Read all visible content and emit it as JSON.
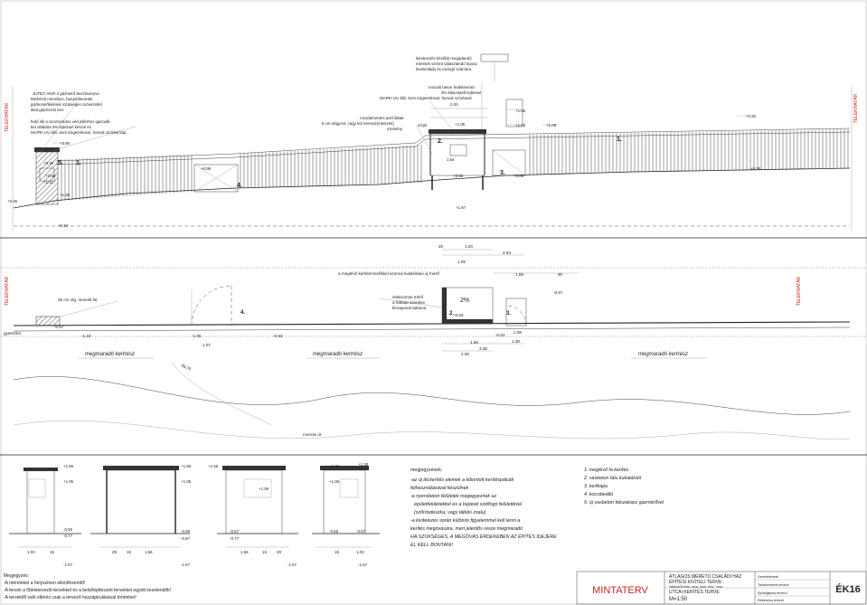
{
  "boundary": {
    "left": "TELEKHATÁR",
    "right": "TELEKHATÁR"
  },
  "top_notes": {
    "post_note": [
      "JUTEC HGR-4 gázmérő beszűvezyve",
      "55/40/18 méretben, beépítőkerettel",
      "gázkezelőkeknek szükséges csövezettel",
      "lásd gépészeti terv"
    ],
    "cap_note": [
      "fedő slk a szomszédos véd pillérhez igazodik,",
      "két oldalára 3% lejtéssel készül és",
      "MAPEI UV álló, kent szigeteléssel, homok szórást kap"
    ],
    "mailbox_note": [
      "kiirelesztés később megadandó",
      "méretek szerint választandó típusú",
      "levelesláda és csengő számára"
    ],
    "concrete_cap": [
      "monolit beton fedélelemez",
      "3% kiküzépelt lejtéssel",
      "MAPEI UV álló, kent szigeteléssel, homok szórással"
    ],
    "steel_posts": [
      "rozsdamentes acél lábak",
      "5 cm négyzet, vagy kör kereszt(metszeti)",
      "szelvény"
    ],
    "visor": "vízpír"
  },
  "elevation_labels": {
    "e1": "+2.40",
    "e2": "+1.55",
    "e3": "+1.05",
    "e4": "+1.55",
    "e5": "+1.05",
    "e6": "+1.05",
    "e7": "+1.32",
    "e8": "+0.98",
    "e9": "+0.30",
    "e10": "+0.66",
    "e11": "+0.65",
    "e12": "+0.38",
    "e13": "+0.45",
    "e14": "+1.30",
    "e15": "+1.11",
    "e16": "+1.67",
    "e17": "+0.34",
    "e18": "1.11",
    "e19": "2.00",
    "e20": "1.64"
  },
  "markers": {
    "m1": "1.",
    "m2": "2.",
    "m3": "3.",
    "m4": "4.",
    "m5": "5."
  },
  "plan": {
    "fence_note": "a meglévő kerítésmezőkkel azonos kialakítású új mező",
    "wall_note": "25 cm vtg. monolit fal",
    "meter_note": [
      "elektromos mérő",
      "a hátfala szerelve",
      "lécrapuval takarva"
    ],
    "slope": "2%",
    "lawn_left": "megmaradó kertrész",
    "lawn_mid": "megmaradó kertrész",
    "lawn_right": "megmaradó kertrész",
    "grass_label": "gyümölcs",
    "dims": {
      "d1": "25",
      "d2": "1.20",
      "d3": "4.54",
      "d4": "1.09",
      "d5": "1.59",
      "d6": "90",
      "d7": "2.00",
      "d8": "1.56",
      "d9": "3.38",
      "d10": "1.30"
    },
    "levels": {
      "l1": "-1.15",
      "l2": "-1.05",
      "l3": "-0.93",
      "l4": "-0.53",
      "l5": "-0.57",
      "l6": "-0.63",
      "l7": "1.07",
      "l8": "1.08",
      "l9": "-0.57"
    },
    "road_label": "murvás út",
    "road_level": "98.76"
  },
  "sections": {
    "s1": {
      "top": "+1.55",
      "mid": "+1.05",
      "low1": "-0.55",
      "low2": "-0.77",
      "bot": "-1.67",
      "w1": "1.03",
      "w2": "15"
    },
    "s2": {
      "top": "+1.55",
      "mid": "+1.05",
      "low1": "-0.65",
      "low2": "-0.87",
      "bot": "-1.67",
      "w1": "29",
      "w2": "15",
      "w3": "1.56"
    },
    "s3": {
      "top": "+1.55",
      "mid": "+1.05",
      "low1": "-0.57",
      "low2": "-0.77",
      "bot": "-1.67",
      "w1": "1.56",
      "w2": "15",
      "w3": "29"
    },
    "s4": {
      "top": "+1.45",
      "top2": "+1.38",
      "mid": "+1.05",
      "low1": "-0.65",
      "low2": "-0.57",
      "bot": "-1.67",
      "w1": "15",
      "w2": "1.03"
    }
  },
  "notes": {
    "heading": "megjegyzések:",
    "lines": [
      "-az új léckerítés elemek a kibontott kerítéspálcák",
      "felhasználásával készülnek",
      "-a nyersbeton felületek megegyeznek az",
      "épületfelületekkel és a bejárati szélfogó felülettével",
      "(szőrösdeszka, vagy táblás zsalu)",
      "-a kivitelezés során különös figyelemmel kell lenni a",
      "kerítés megóvására, mert jelentős része megmaradó",
      "HA SZÜKSÉGES, A MEGÓVÁS ÉRDEKÉBEN AZ ÉPÍTÉS IDEJÉRE",
      "EL KELL BONTANI!"
    ]
  },
  "legend": [
    "1. meglévő fa kerítés",
    "2. vasbeton falu kukatároló",
    "3. kertkapu",
    "4. kocsibeálló",
    "5. új vasbeton falszakasz gázmérővel"
  ],
  "bottom_note": {
    "heading": "Megjegyzés:",
    "lines": [
      "-A méreteket a helyszínen ellenőrizendő!",
      "-A tervek a fűtéstervezői tervekkel és a belsőépítészeti tervekkel együtt kezelendők!",
      "-A tervektől való eltérés csak a tervező hozzájárulásával történhet!"
    ]
  },
  "title_block": {
    "brand": "MINTATERV",
    "project": [
      "ÁTLAGOS MÉRETŰ CSALÁDI HÁZ",
      "ÉPÍTÉSI KIVITELI TERVE"
    ],
    "location": "Valahol/Szerte, utca, utca, hrsz., hrsz",
    "drawing": "UTCAI KERÍTÉS TERVE",
    "scale": "M=1:50",
    "sheet": "ÉK16",
    "roles": [
      "Generáltervező",
      "Tartószerkezeti tervező",
      "Épületgépész tervező",
      "Elektromos tervező"
    ]
  },
  "colors": {
    "ink": "#222222",
    "accent_red": "#cc2222",
    "hatch": "#333333"
  }
}
